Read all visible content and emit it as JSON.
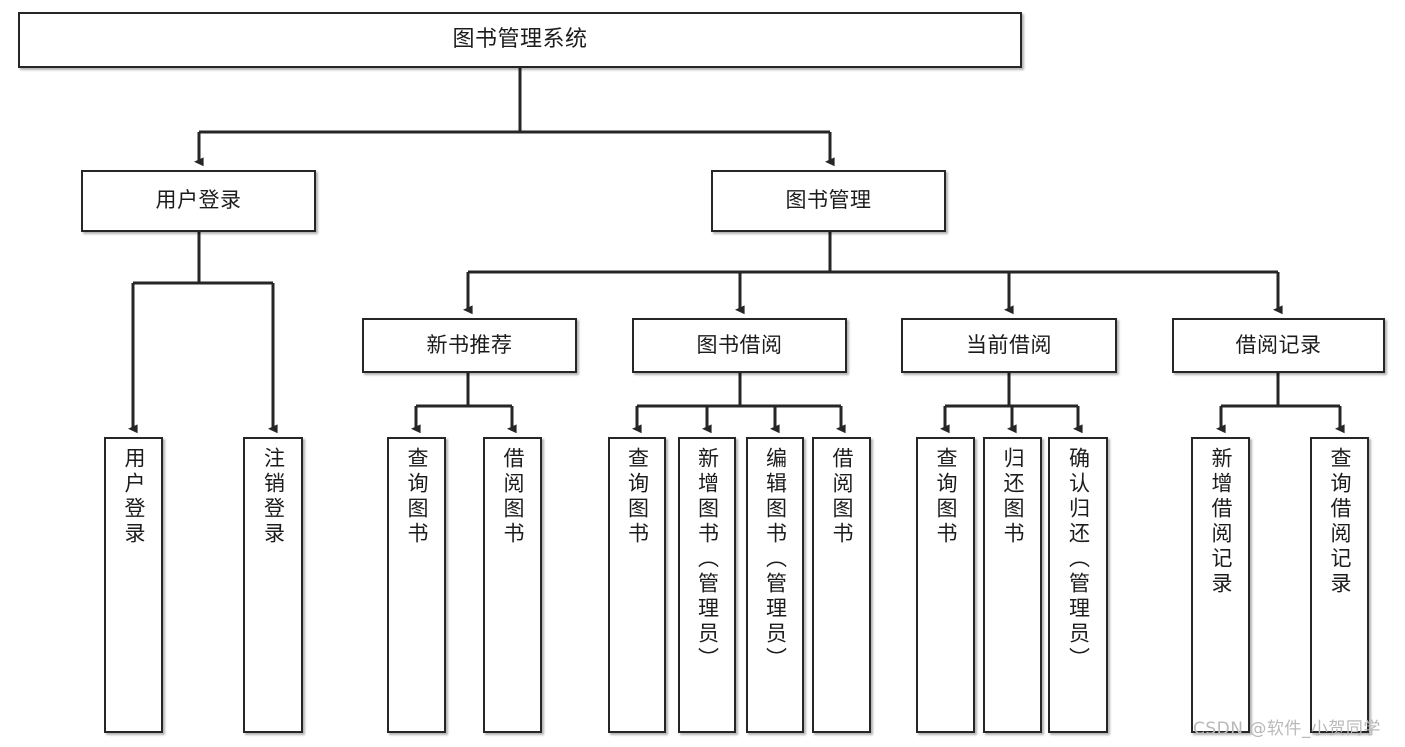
{
  "diagram": {
    "title": "图书管理系统",
    "type": "功能结构图",
    "watermark": "CSDN @软件_小贺同学",
    "colors": {
      "box_border": "#262626",
      "box_fill": "#ffffff",
      "edge": "#262626",
      "text": "#1c1c1c",
      "watermark": "#b9b9b9",
      "background": "#ffffff"
    },
    "root": {
      "label": "图书管理系统"
    },
    "level2": [
      {
        "label": "用户登录"
      },
      {
        "label": "图书管理"
      }
    ],
    "level3": [
      {
        "label": "新书推荐"
      },
      {
        "label": "图书借阅"
      },
      {
        "label": "当前借阅"
      },
      {
        "label": "借阅记录"
      }
    ],
    "leaves": {
      "user_login": [
        {
          "label": "用户登录"
        },
        {
          "label": "注销登录"
        }
      ],
      "new_book_recommend": [
        {
          "label": "查询图书"
        },
        {
          "label": "借阅图书"
        }
      ],
      "book_borrow": [
        {
          "label": "查询图书"
        },
        {
          "label": "新增图书（管理员）"
        },
        {
          "label": "编辑图书（管理员）"
        },
        {
          "label": "借阅图书"
        }
      ],
      "current_borrow": [
        {
          "label": "查询图书"
        },
        {
          "label": "归还图书"
        },
        {
          "label": "确认归还（管理员）"
        }
      ],
      "borrow_record": [
        {
          "label": "新增借阅记录"
        },
        {
          "label": "查询借阅记录"
        }
      ]
    }
  }
}
